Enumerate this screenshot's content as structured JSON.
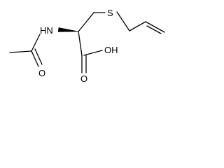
{
  "molecule": {
    "atoms": {
      "sulfur": "S",
      "amide_nh": "HN",
      "amide_oxygen": "O",
      "acid_oxygen": "O",
      "acid_hydroxyl": "OH"
    },
    "stereo": "wedge"
  }
}
